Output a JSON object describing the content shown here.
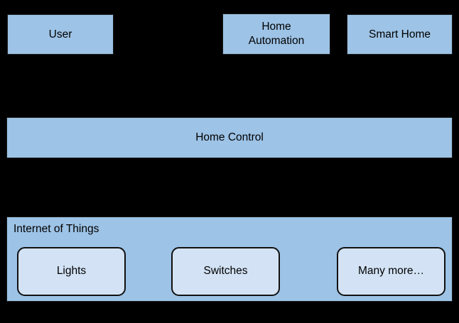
{
  "diagram": {
    "title": "Home Control / Internet of Things layered diagram",
    "background_color": "#000000",
    "node_fill": "#9dc3e6",
    "node_border": "#1a1a1a",
    "thing_fill": "#d3e3f5",
    "thing_border": "#111111",
    "text_color": "#000000"
  },
  "top_layer": {
    "nodes": [
      {
        "id": "user",
        "label": "User"
      },
      {
        "id": "home-automation",
        "label": "Home\nAutomation"
      },
      {
        "id": "smart-home",
        "label": "Smart Home"
      }
    ]
  },
  "middle_layer": {
    "node": {
      "id": "home-control",
      "label": "Home Control"
    }
  },
  "bottom_layer": {
    "container": {
      "id": "internet-of-things",
      "label": "Internet of Things"
    },
    "things": [
      {
        "id": "lights",
        "label": "Lights"
      },
      {
        "id": "switches",
        "label": "Switches"
      },
      {
        "id": "many-more",
        "label": "Many more…"
      }
    ]
  }
}
